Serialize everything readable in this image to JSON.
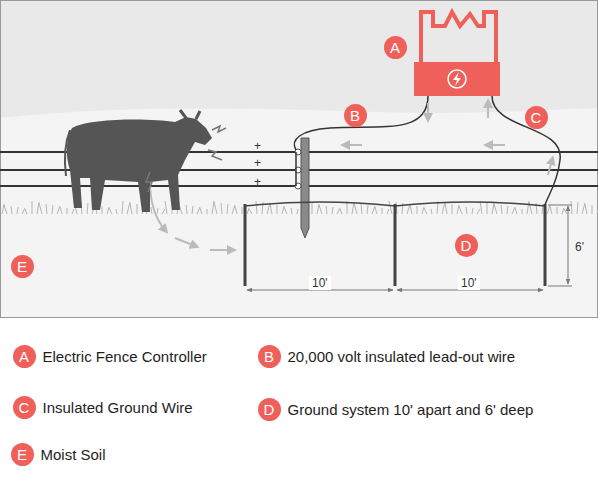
{
  "diagram": {
    "nodes": [
      {
        "text": [
          "A"
        ]
      },
      {
        "text": [
          "B"
        ]
      },
      {
        "text": [
          "C"
        ]
      },
      {
        "text": [
          "D"
        ]
      },
      {
        "text": [
          "E"
        ]
      },
      {
        "text": [
          "A",
          "Electric Fence Controller"
        ]
      },
      {
        "text": [
          "B",
          "20,000 volt insulated lead-out wire"
        ]
      },
      {
        "text": [
          "C",
          "Insulated Ground Wire"
        ]
      },
      {
        "text": [
          "D",
          "Ground system 10' apart and 6' deep"
        ]
      },
      {
        "text": [
          "E",
          "Moist Soil"
        ]
      }
    ],
    "labels": [
      "+",
      "+",
      "+",
      "10'",
      "10'",
      "6'"
    ]
  }
}
